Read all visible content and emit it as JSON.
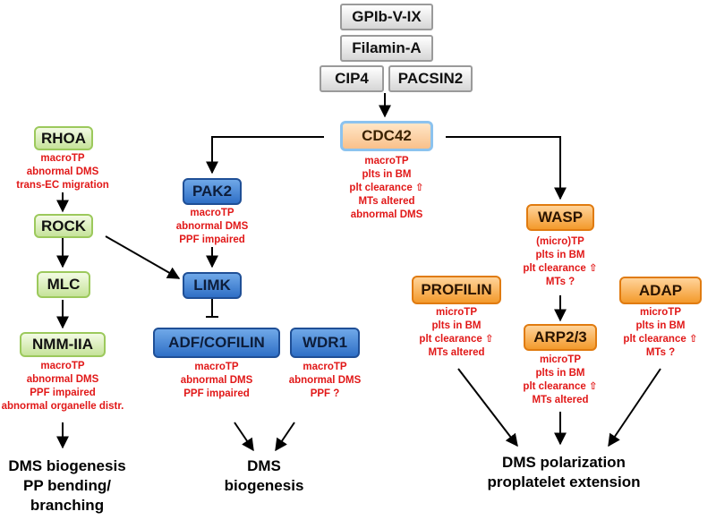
{
  "nodes": {
    "gpib": "GPIb-V-IX",
    "filamin": "Filamin-A",
    "cip4": "CIP4",
    "pacsin2": "PACSIN2",
    "cdc42": "CDC42",
    "rhoa": "RHOA",
    "rock": "ROCK",
    "mlc": "MLC",
    "nmm": "NMM-IIA",
    "pak2": "PAK2",
    "limk": "LIMK",
    "adf": "ADF/COFILIN",
    "wdr1": "WDR1",
    "wasp": "WASP",
    "profilin": "PROFILIN",
    "adap": "ADAP",
    "arp": "ARP2/3"
  },
  "notes": {
    "cdc42": [
      "macroTP",
      "plts in BM",
      "plt clearance ⇧",
      "MTs altered",
      "abnormal DMS"
    ],
    "rhoa": [
      "macroTP",
      "abnormal DMS",
      "trans-EC migration"
    ],
    "nmm": [
      "macroTP",
      "abnormal DMS",
      "PPF impaired",
      "abnormal organelle distr."
    ],
    "pak2": [
      "macroTP",
      "abnormal DMS",
      "PPF impaired"
    ],
    "adf": [
      "macroTP",
      "abnormal DMS",
      "PPF impaired"
    ],
    "wdr1": [
      "macroTP",
      "abnormal DMS",
      "PPF ?"
    ],
    "wasp": [
      "(micro)TP",
      "plts in BM",
      "plt clearance ⇧",
      "MTs ?"
    ],
    "profilin": [
      "microTP",
      "plts in BM",
      "plt clearance ⇧",
      "MTs altered"
    ],
    "adap": [
      "microTP",
      "plts in BM",
      "plt clearance ⇧",
      "MTs ?"
    ],
    "arp": [
      "microTP",
      "plts in BM",
      "plt clearance ⇧",
      "MTs altered"
    ]
  },
  "outcomes": {
    "left": [
      "DMS biogenesis",
      "PP bending/",
      "branching"
    ],
    "middle": [
      "DMS",
      "biogenesis"
    ],
    "right": [
      "DMS polarization",
      "proplatelet extension"
    ]
  },
  "colors": {
    "note_text": "#e11818",
    "blue_box": "#2f6fc6",
    "orange_box": "#f39a2c",
    "green_box": "#c6e39a",
    "gray_box": "#d6d6d6"
  }
}
